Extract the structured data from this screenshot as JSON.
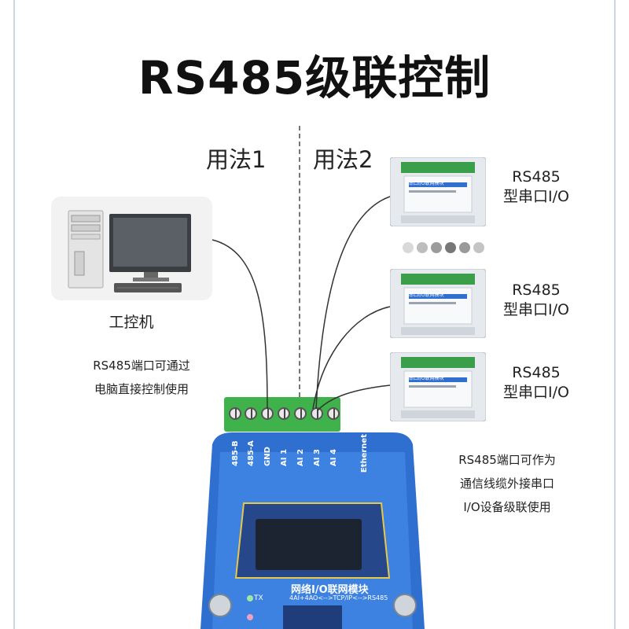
{
  "title": "RS485级联控制",
  "usage1": "用法1",
  "usage2": "用法2",
  "pc_label": "工控机",
  "note_left": [
    "RS485端口可通过",
    "电脑直接控制使用"
  ],
  "note_right": [
    "RS485端口可作为",
    "通信线缆外接串口",
    "I/O设备级联使用"
  ],
  "module_label": [
    "RS485",
    "型串口I/O"
  ],
  "module_card_text": "串口I/O联网模块",
  "terminals": [
    "485-B",
    "485-A",
    "GND",
    "AI 1",
    "AI 2",
    "AI 3",
    "AI 4"
  ],
  "ethernet_label": "Ethernet",
  "device_title": "网络I/O联网模块",
  "device_subtitle": "4AI+4AO<-->TCP/IP<-->RS485",
  "led_tx": "TX",
  "colors": {
    "device_blue": "#2f6fd0",
    "terminal_green": "#3fb24c"
  }
}
